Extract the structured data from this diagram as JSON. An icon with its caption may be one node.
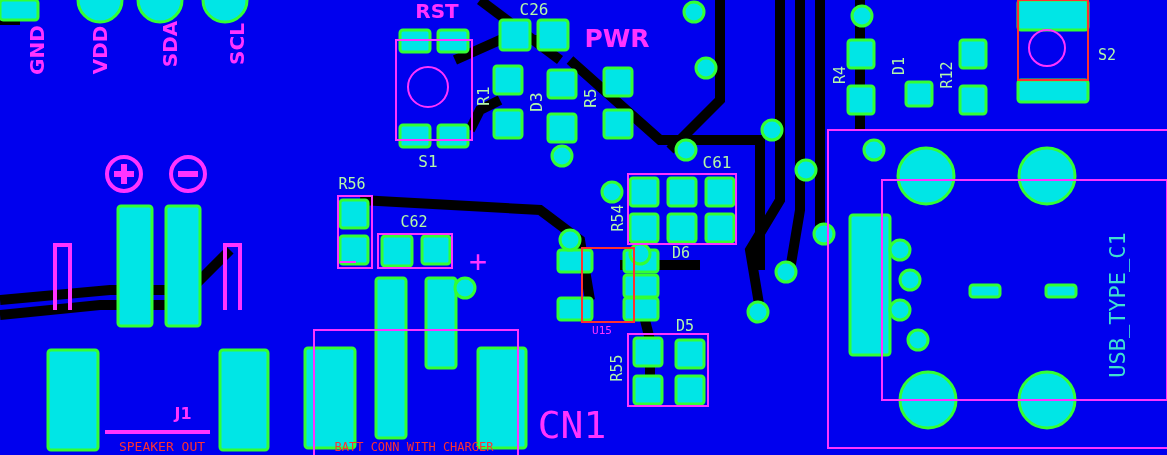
{
  "diagram": {
    "labels": [
      "RST",
      "C26",
      "PWR",
      "GND",
      "VDD",
      "SDA",
      "SCL",
      "R4",
      "D1",
      "R12",
      "S2",
      "R1",
      "D3",
      "R5",
      "S1",
      "R56",
      "C61",
      "C62",
      "R54",
      "+",
      "D6",
      "USB_TYPE_C1",
      "U15",
      "D5",
      "R55",
      "J1",
      "CN1",
      "SPEAKER OUT",
      "BATT CONN WITH CHARGER"
    ]
  }
}
